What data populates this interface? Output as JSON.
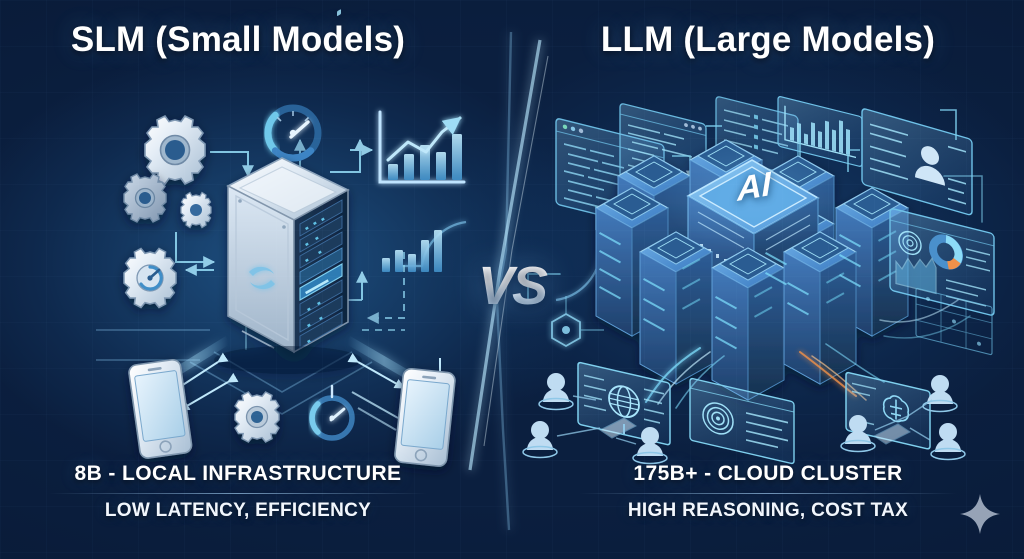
{
  "meta": {
    "background_dark": "#0b1f3f",
    "background_mid": "#14467a",
    "accent_cyan": "#7fd8f5",
    "accent_ice": "#bfe4ff",
    "accent_orange": "#f08a3c",
    "text_white": "#ffffff"
  },
  "left_panel": {
    "title": "SLM (Small Models)",
    "caption_main": "8B - LOCAL INFRASTRUCTURE",
    "caption_sub": "LOW LATENCY, EFFICIENCY",
    "icons": [
      "gear-large-icon",
      "gear-medium-icon",
      "gear-small-icon",
      "target-gear-icon",
      "gauge-icon",
      "bar-chart-trend-icon",
      "bar-chart-small-icon",
      "server-tower-icon",
      "smartphone-left-icon",
      "smartphone-right-icon",
      "gear-bottom-icon",
      "gauge-bottom-icon"
    ]
  },
  "center": {
    "vs_label": "VS"
  },
  "right_panel": {
    "title": "LLM (Large Models)",
    "caption_main": "175B+ - CLOUD CLUSTER",
    "caption_sub": "HIGH REASONING, COST TAX",
    "chip_label": "AI",
    "icons": [
      "code-window-icon",
      "terminal-window-icon",
      "checklist-window-icon",
      "bar-chart-panel-icon",
      "user-profile-panel-icon",
      "server-rack-cluster-icon",
      "ai-chip-icon",
      "dashboard-donut-panel-icon",
      "network-node-panel-icon",
      "globe-monitor-icon",
      "fingerprint-window-icon",
      "brain-monitor-icon",
      "user-avatar-icon"
    ]
  },
  "watermark": {
    "icon": "sparkle-icon"
  }
}
